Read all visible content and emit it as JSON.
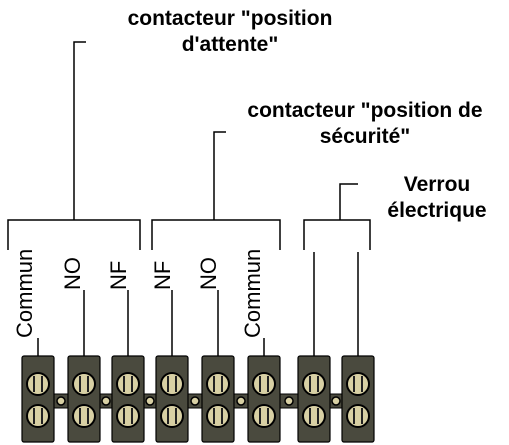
{
  "groups": [
    {
      "title_line1": "contacteur \"position",
      "title_line2": "d'attente\""
    },
    {
      "title_line1": "contacteur \"position de",
      "title_line2": "sécurité\""
    },
    {
      "title_line1": "Verrou",
      "title_line2": "électrique"
    }
  ],
  "terminal_labels": [
    "Commun",
    "NO",
    "NF",
    "NF",
    "NO",
    "Commun"
  ],
  "colors": {
    "line": "#000000",
    "block_body": "#4a4a3e",
    "screw": "#d8d0a4",
    "screw_slot": "#222222"
  }
}
